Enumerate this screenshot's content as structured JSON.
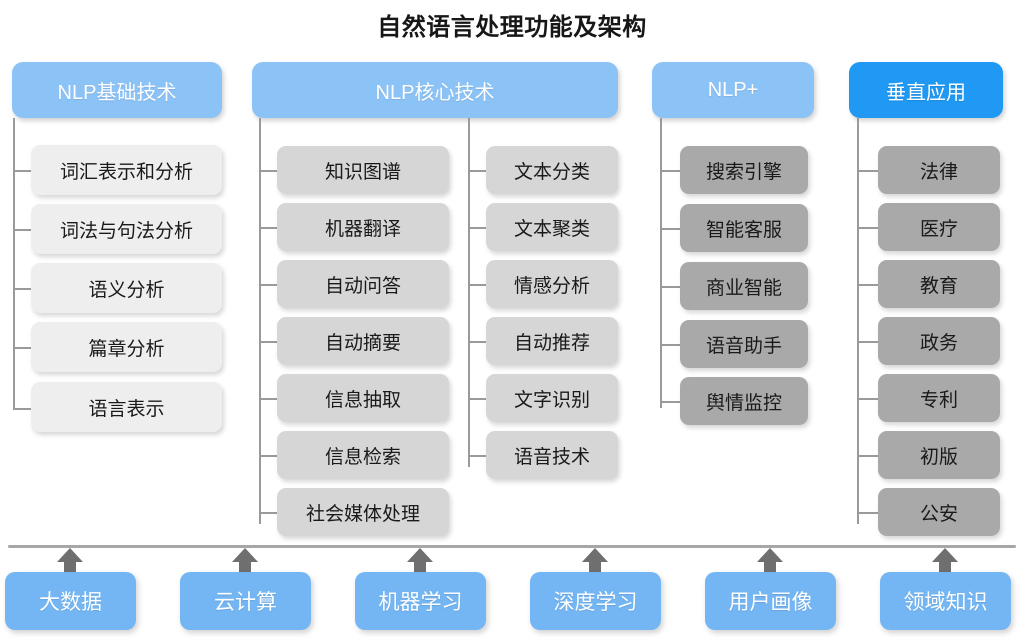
{
  "title": "自然语言处理功能及架构",
  "theme": {
    "header_blue": "#8cc3f7",
    "header_accent_blue": "#2099f4",
    "node_light_gray": "#eeeeee",
    "node_mid_gray": "#d6d6d6",
    "node_dark_gray": "#a9a9a9",
    "base_blue": "#74b6f4",
    "connector_gray": "#9a9a9a",
    "arrow_gray": "#6f6f6f"
  },
  "columns": [
    {
      "header": "NLP基础技术",
      "accent": false,
      "shade": "light",
      "items": [
        "词汇表示和分析",
        "词法与句法分析",
        "语义分析",
        "篇章分析",
        "语言表示"
      ]
    },
    {
      "header": "NLP核心技术",
      "accent": false,
      "shade": "mid",
      "items": [
        "知识图谱",
        "机器翻译",
        "自动问答",
        "自动摘要",
        "信息抽取",
        "信息检索",
        "社会媒体处理"
      ]
    },
    {
      "header": "",
      "accent": false,
      "shade": "mid",
      "items": [
        "文本分类",
        "文本聚类",
        "情感分析",
        "自动推荐",
        "文字识别",
        "语音技术"
      ]
    },
    {
      "header": "NLP+",
      "accent": false,
      "shade": "dark",
      "items": [
        "搜索引擎",
        "智能客服",
        "商业智能",
        "语音助手",
        "舆情监控"
      ]
    },
    {
      "header": "垂直应用",
      "accent": true,
      "shade": "dark",
      "items": [
        "法律",
        "医疗",
        "教育",
        "政务",
        "专利",
        "初版",
        "公安"
      ]
    }
  ],
  "foundation": {
    "items": [
      "大数据",
      "云计算",
      "机器学习",
      "深度学习",
      "用户画像",
      "领域知识"
    ]
  }
}
